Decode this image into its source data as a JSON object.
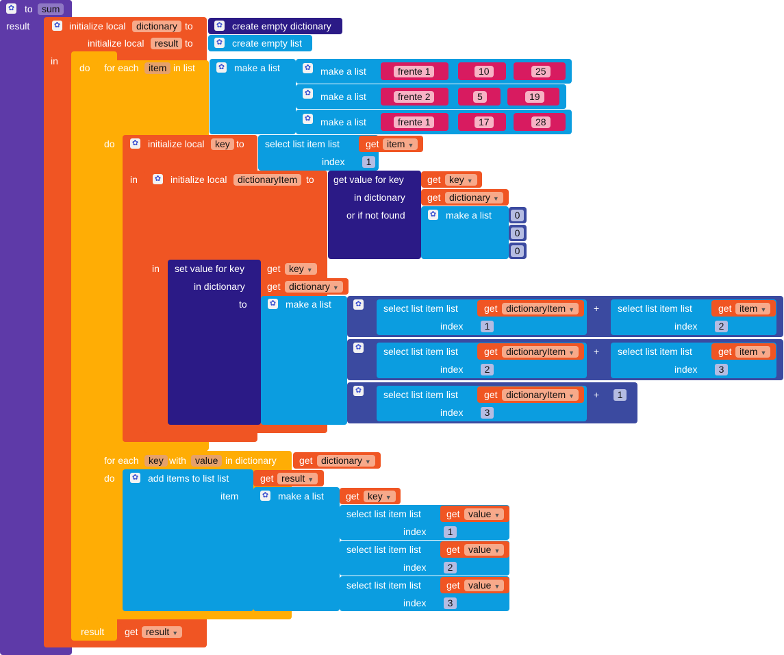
{
  "procedure": {
    "to": "to",
    "name": "sum",
    "result": "result"
  },
  "kw": {
    "initialize_local": "initialize local",
    "to": "to",
    "in": "in",
    "do": "do",
    "for_each": "for each",
    "in_list": "in list",
    "with": "with",
    "in_dictionary": "in dictionary",
    "make_a_list": "make a list",
    "create_empty_dictionary": "create empty dictionary",
    "create_empty_list": "create empty list",
    "select_list_item": "select list item",
    "list": "list",
    "index": "index",
    "get": "get",
    "get_value_for_key": "get value for key",
    "or_if_not_found": "or if not found",
    "set_value_for_key": "set value for key",
    "add_items_to_list": "add items to list",
    "item": "item",
    "result": "result",
    "plus": "+"
  },
  "vars": {
    "dictionary": "dictionary",
    "result": "result",
    "item": "item",
    "key": "key",
    "value": "value",
    "dictionaryItem": "dictionaryItem"
  },
  "data_rows": [
    [
      "frente 1",
      "10",
      "25"
    ],
    [
      "frente 2",
      "5",
      "19"
    ],
    [
      "frente 1",
      "17",
      "28"
    ]
  ],
  "numbers": [
    "1",
    "2",
    "3",
    "0"
  ],
  "colors": {
    "procedure": "#5e3aa8",
    "variables": "#f05523",
    "control": "#ffad05",
    "lists": "#0b9de0",
    "dictionaries": "#2b1a86",
    "math": "#3b4aa0",
    "text": "#d81b60"
  }
}
